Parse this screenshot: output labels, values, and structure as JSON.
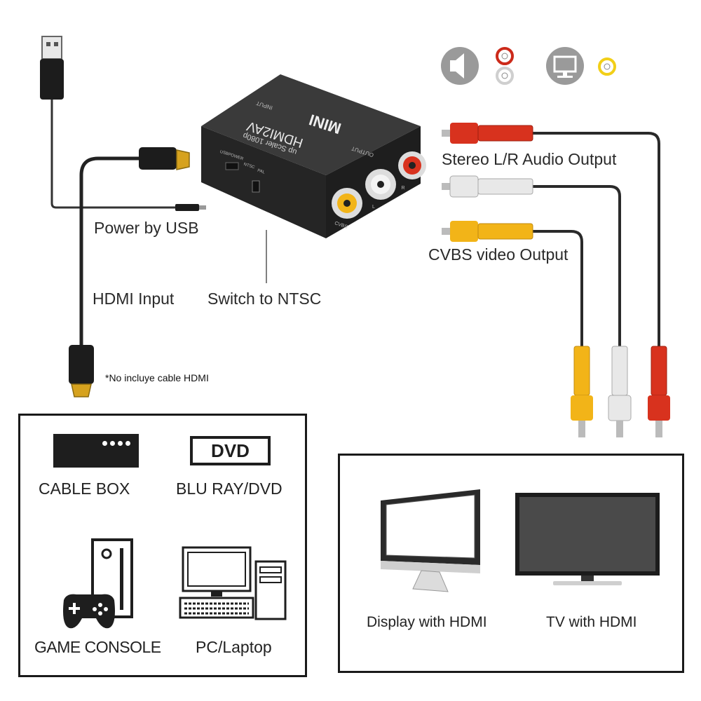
{
  "labels": {
    "power": "Power by USB",
    "hdmi_input": "HDMI Input",
    "switch": "Switch to NTSC",
    "stereo": "Stereo L/R Audio Output",
    "cvbs": "CVBS video Output",
    "note": "*No incluye cable HDMI"
  },
  "device": {
    "brand": "MINI",
    "model": "HDMI2AV",
    "sub": "up Scaler 1080p",
    "input": "INPUT",
    "output": "OUTPUT",
    "usbpower": "USBPOWER",
    "ntsc": "NTSC",
    "pal": "PAL",
    "cvbs_port": "CVBS",
    "l_port": "L",
    "r_port": "R"
  },
  "sources": {
    "cable_box": "CABLE BOX",
    "dvd_badge": "DVD",
    "dvd": "BLU RAY/DVD",
    "console": "GAME CONSOLE",
    "pc": "PC/Laptop"
  },
  "displays": {
    "monitor": "Display with HDMI",
    "tv": "TV with HDMI"
  },
  "colors": {
    "red_plug": "#d8321e",
    "white_plug": "#e8e8e8",
    "yellow_plug": "#f2b418",
    "device_body": "#2b2b2b"
  }
}
